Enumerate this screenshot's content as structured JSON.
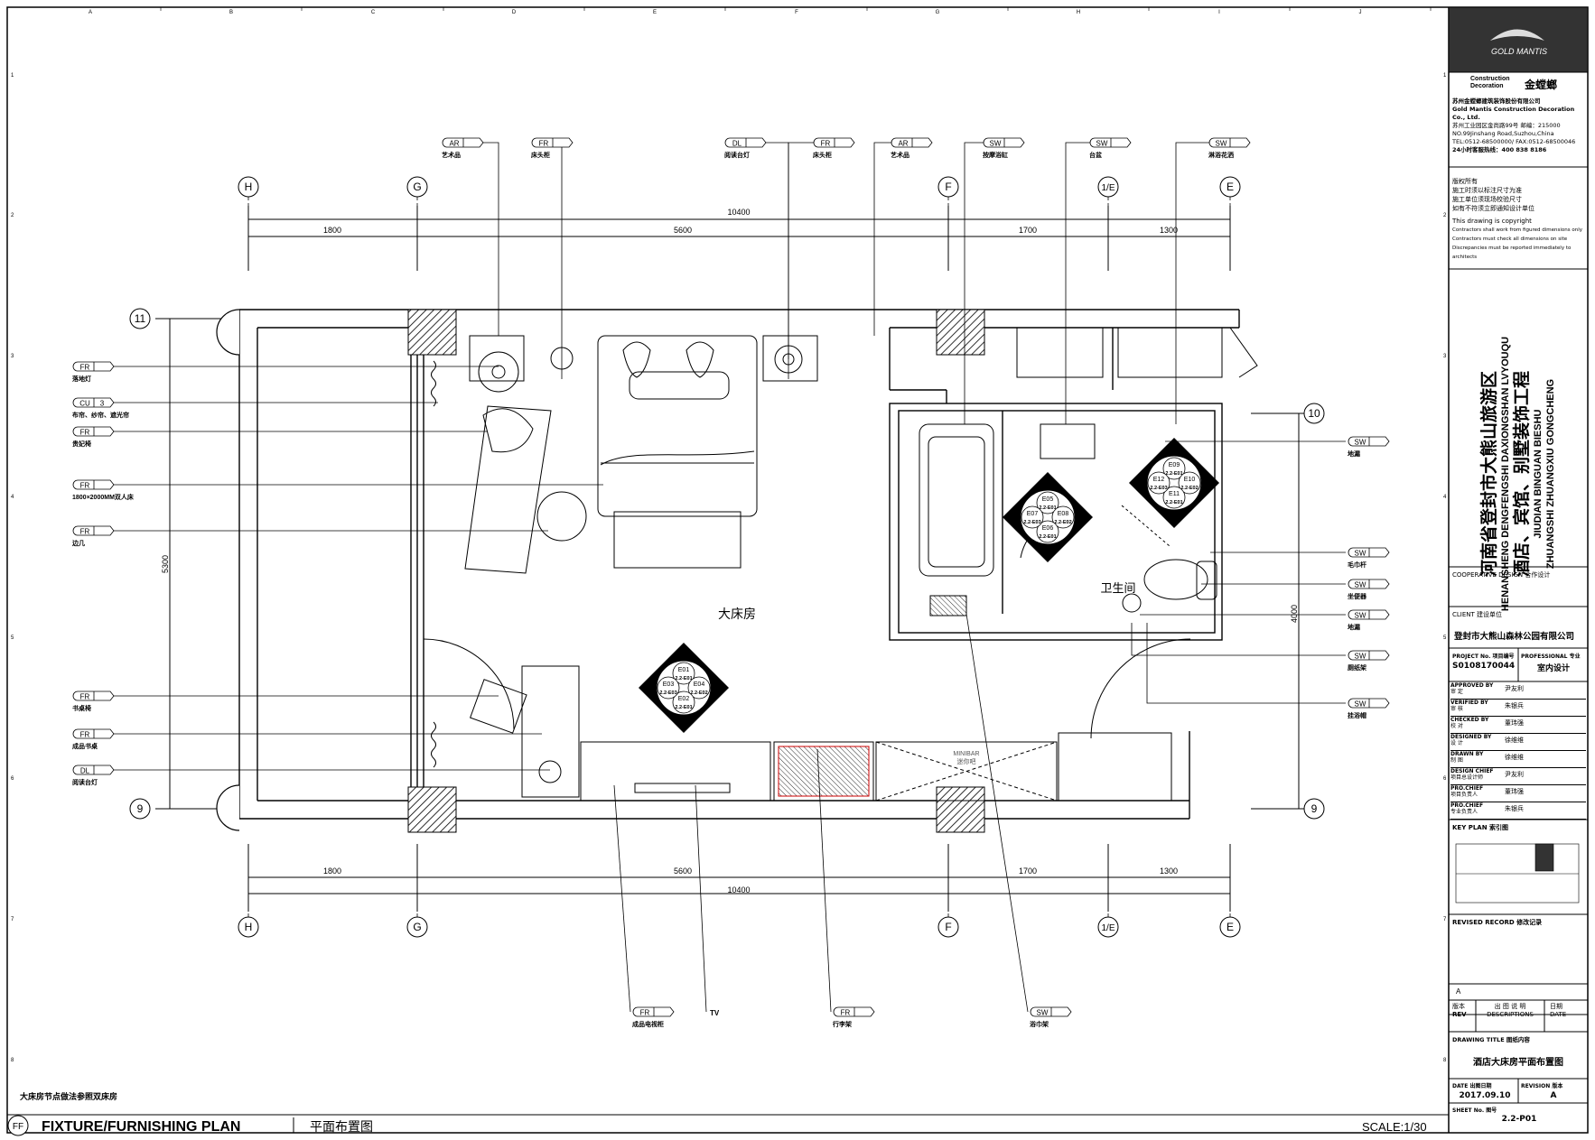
{
  "grid": {
    "top_cols": [
      "A",
      "B",
      "C",
      "D",
      "E",
      "F",
      "G",
      "H",
      "I",
      "J"
    ],
    "rows": [
      "1",
      "2",
      "3",
      "4",
      "5",
      "6",
      "7",
      "8"
    ]
  },
  "axes": {
    "h": "H",
    "g": "G",
    "f": "F",
    "e1": "1/E",
    "e": "E",
    "r11": "11",
    "r10": "10",
    "r9": "9"
  },
  "dims": {
    "total": "10400",
    "d1": "1800",
    "d2": "5600",
    "d3": "1700",
    "d4": "1300",
    "left": "5300",
    "right": "4000"
  },
  "rooms": {
    "bedroom": "大床房",
    "bathroom": "卫生间",
    "minibar": "MINIBAR",
    "minibar_cn": "迷你吧"
  },
  "tags_top": [
    {
      "code": "AR",
      "label": "艺术品"
    },
    {
      "code": "FR",
      "label": "床头柜"
    },
    {
      "code": "DL",
      "label": "阅读台灯"
    },
    {
      "code": "FR",
      "label": "床头柜"
    },
    {
      "code": "AR",
      "label": "艺术品"
    },
    {
      "code": "SW",
      "label": "按摩浴缸"
    },
    {
      "code": "SW",
      "label": "台盆"
    },
    {
      "code": "SW",
      "label": "淋浴花洒"
    }
  ],
  "tags_left": [
    {
      "code": "FR",
      "num": "",
      "label": "落地灯"
    },
    {
      "code": "CU",
      "num": "3",
      "label": "布帘、纱帘、遮光帘"
    },
    {
      "code": "FR",
      "num": "",
      "label": "贵妃椅"
    },
    {
      "code": "FR",
      "num": "",
      "label": "1800×2000MM双人床"
    },
    {
      "code": "FR",
      "num": "",
      "label": "边几"
    },
    {
      "code": "FR",
      "num": "",
      "label": "书桌椅"
    },
    {
      "code": "FR",
      "num": "",
      "label": "成品书桌"
    },
    {
      "code": "DL",
      "num": "",
      "label": "阅读台灯"
    }
  ],
  "tags_right": [
    {
      "code": "SW",
      "label": "地漏"
    },
    {
      "code": "SW",
      "label": "毛巾杆"
    },
    {
      "code": "SW",
      "label": "坐便器"
    },
    {
      "code": "SW",
      "label": "地漏"
    },
    {
      "code": "SW",
      "label": "厕纸架"
    },
    {
      "code": "SW",
      "label": "挂浴帽"
    }
  ],
  "tags_bottom": [
    {
      "code": "FR",
      "label": "成品电视柜"
    },
    {
      "code": "",
      "label": "TV"
    },
    {
      "code": "FR",
      "label": "行李架"
    },
    {
      "code": "SW",
      "label": "浴巾架"
    }
  ],
  "elevations": {
    "a": [
      "E01",
      "E04",
      "E02",
      "E03"
    ],
    "b": [
      "E05",
      "E08",
      "E06",
      "E07"
    ],
    "c": [
      "E09",
      "E10",
      "E11",
      "E12"
    ],
    "ref": "2.2-E01",
    "ref2": "2.2-E02",
    "ref3": "2.2-E03"
  },
  "note": "大床房节点做法参照双床房",
  "footer": {
    "badge": "FF",
    "title_en": "FIXTURE/FURNISHING PLAN",
    "title_cn": "平面布置图",
    "scale": "SCALE:1/30"
  },
  "titleblock": {
    "logo": "GOLD MANTIS",
    "brand_en1": "Construction",
    "brand_en2": "Decoration",
    "brand_cn": "金螳螂",
    "company_cn": "苏州金螳螂建筑装饰股份有限公司",
    "company_en": "Gold Mantis Construction Decoration Co., Ltd.",
    "addr1": "苏州工业园区金尚路99号   邮编：215000",
    "addr2": "NO.99Jinshang Road,Suzhou,China",
    "tel": "TEL:0512-68500000/ FAX:0512-68500046",
    "hotline": "24小时客服热线：400 838 8186",
    "rights1": "版权所有",
    "rights2": "施工时须以标注尺寸为准",
    "rights3": "施工单位须现场校验尺寸",
    "rights4": "如有不符须立即通知设计单位",
    "rights5": "This drawing is copyright",
    "rights6": "Contractors shall work from figured dimensions only",
    "rights7": "Contractors must check all dimensions on site",
    "rights8": "Discrepancies must be reported immediately to architects",
    "project_cn_1": "河南省登封市大熊山旅游区",
    "project_cn_2": "酒店、宾馆、别墅装饰工程",
    "project_py_1": "HENANSHENG DENGFENGSHI DAXIONGSHAN LVYOUQU",
    "project_py_2": "JIUDIAN BINGUAN BIESHU",
    "project_py_3": "ZHUANGSHI ZHUANGXIU GONGCHENG",
    "coop": "COOPERATIVE DESIGN 合作设计",
    "client_label": "CLIENT 建设单位",
    "client": "登封市大熊山森林公园有限公司",
    "project_no_label": "PROJECT No. 项目编号",
    "project_no": "S0108170044",
    "professional_label": "PROFESSIONAL 专业",
    "professional": "室内设计",
    "people": [
      {
        "en": "APPROVED BY",
        "cn": "审   定",
        "name": "尹友利"
      },
      {
        "en": "VERIFIED BY",
        "cn": "审   核",
        "name": "朱银兵"
      },
      {
        "en": "CHECKED BY",
        "cn": "校   对",
        "name": "董玮强"
      },
      {
        "en": "DESIGNED BY",
        "cn": "设   计",
        "name": "徐维维"
      },
      {
        "en": "DRAWN BY",
        "cn": "制   图",
        "name": "徐维维"
      },
      {
        "en": "DESIGN CHIEF",
        "cn": "项目总设计师",
        "name": "尹友利"
      },
      {
        "en": "PRO.CHIEF",
        "cn": "项目负责人",
        "name": "董玮强"
      },
      {
        "en": "PRO.CHIEF",
        "cn": "专业负责人",
        "name": "朱银兵"
      }
    ],
    "keyplan": "KEY PLAN 索引图",
    "revised": "REVISED RECORD 修改记录",
    "rev_a": "A",
    "rev_label": "版本",
    "rev_en": "REV",
    "desc_label": "出 图 说 明",
    "desc_en": "DESCRIPTIONS",
    "date_label": "日期",
    "date_en": "DATE",
    "drawing_title_label": "DRAWING TITLE 图纸内容",
    "drawing_title": "酒店大床房平面布置图",
    "date2_label": "DATE 出图日期",
    "date2": "2017.09.10",
    "revision_label": "REVISION 版本",
    "revision": "A",
    "sheet_label": "SHEET No. 图号",
    "sheet": "2.2-P01"
  }
}
